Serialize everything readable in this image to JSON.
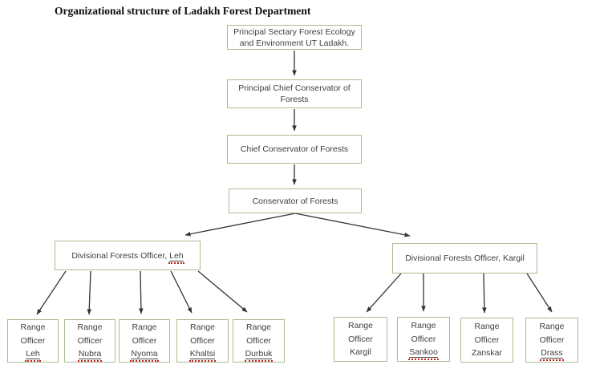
{
  "title": "Organizational structure of Ladakh Forest Department",
  "colors": {
    "box_border": "#a7bd90",
    "text": "#3f3f3f",
    "arrow": "#333333",
    "spellcheck_squiggle": "#c42222"
  },
  "chain": [
    {
      "lines": [
        "Principal Sectary Forest Ecology",
        "and Environment UT Ladakh."
      ]
    },
    {
      "lines": [
        "Principal Chief Conservator of",
        "Forests"
      ]
    },
    {
      "lines": [
        "Chief Conservator of Forests"
      ]
    },
    {
      "lines": [
        "Conservator of Forests"
      ]
    }
  ],
  "divisions": [
    {
      "prefix": "Divisional Forests Officer,",
      "name": "Leh",
      "underlined_misspelled": true
    },
    {
      "prefix": "Divisional Forests Officer,",
      "name": "Kargil",
      "underlined_misspelled": false
    }
  ],
  "labels": {
    "range": "Range",
    "officer": "Officer"
  },
  "leh_ranges": [
    {
      "name": "Leh",
      "underlined_misspelled": true
    },
    {
      "name": "Nubra",
      "underlined_misspelled": true
    },
    {
      "name": "Nyoma",
      "underlined_misspelled": true
    },
    {
      "name": "Khaltsi",
      "underlined_misspelled": true
    },
    {
      "name": "Durbuk",
      "underlined_misspelled": true
    }
  ],
  "kargil_ranges": [
    {
      "name": "Kargil",
      "underlined_misspelled": false
    },
    {
      "name": "Sankoo",
      "underlined_misspelled": true
    },
    {
      "name": "Zanskar",
      "underlined_misspelled": false
    },
    {
      "name": "Drass",
      "underlined_misspelled": true
    }
  ]
}
